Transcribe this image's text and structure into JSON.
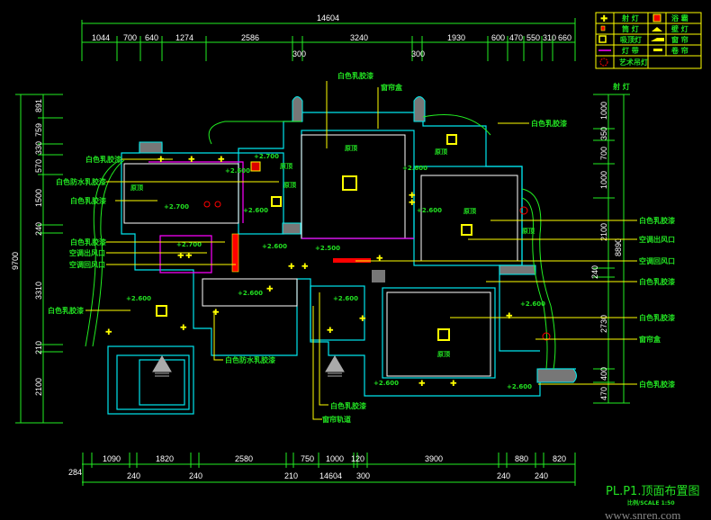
{
  "legend": {
    "items": [
      {
        "label": "射 灯",
        "icon": "spotlight-icon"
      },
      {
        "label": "浴 霸",
        "icon": "bath-heater-icon"
      },
      {
        "label": "筒 灯",
        "icon": "downlight-icon"
      },
      {
        "label": "壁 灯",
        "icon": "wall-lamp-icon"
      },
      {
        "label": "吸顶灯",
        "icon": "ceiling-lamp-icon"
      },
      {
        "label": "窗 帘",
        "icon": "curtain-icon"
      },
      {
        "label": "灯 带",
        "icon": "light-strip-icon"
      },
      {
        "label": "卷 帘",
        "icon": "roller-blind-icon"
      },
      {
        "label": "艺术吊灯",
        "icon": "chandelier-icon"
      }
    ]
  },
  "dims_top": {
    "total": "14604",
    "segments": [
      "1044",
      "700",
      "640",
      "1274",
      "2586",
      "3240",
      "1930",
      "600",
      "470",
      "550",
      "310",
      "660"
    ],
    "sub": [
      "300",
      "300"
    ]
  },
  "dims_bottom": {
    "segments": [
      "1090",
      "1820",
      "2580",
      "750",
      "1000",
      "120",
      "3900",
      "880",
      "820"
    ],
    "sub": [
      "284",
      "240",
      "240",
      "210",
      "14604",
      "300",
      "240",
      "240"
    ]
  },
  "dims_left": {
    "total": "9700",
    "segments": [
      "891",
      "759",
      "330",
      "570",
      "1500",
      "240",
      "3310",
      "210",
      "2100"
    ]
  },
  "dims_right": {
    "title": "射 灯",
    "total": "8890",
    "segments": [
      "1000",
      "350",
      "700",
      "1000",
      "2100",
      "240",
      "2730",
      "400",
      "470"
    ]
  },
  "labels_left": [
    "白色乳胶漆",
    "白色防水乳胶漆",
    "白色乳胶漆",
    "白色乳胶漆",
    "空调出风口",
    "空调回风口",
    "白色乳胶漆"
  ],
  "labels_right": [
    "白色乳胶漆",
    "白色乳胶漆",
    "空调出风口",
    "空调回风口",
    "白色乳胶漆",
    "白色乳胶漆",
    "窗帘盒",
    "白色乳胶漆"
  ],
  "labels_top": [
    "白色乳胶漆",
    "窗帘盒"
  ],
  "labels_bottom": [
    "白色防水乳胶漆",
    "白色乳胶漆",
    "窗帘轨道"
  ],
  "room_tags": [
    "原顶",
    "原顶",
    "原顶",
    "原顶",
    "原顶",
    "原顶",
    "原顶",
    "原顶"
  ],
  "elevation_tags": [
    "+2.700",
    "+2.600",
    "+2.700",
    "+2.600",
    "+2.700",
    "+2.600",
    "+2.500",
    "+2.600",
    "+2.600",
    "+2.600",
    "+2.600",
    "+2.600",
    "+2.600",
    "+2.600",
    "+2.600"
  ],
  "title": "PL.P1.顶面布置图",
  "scale": "比例/SCALE 1:50",
  "watermark": "www.snren.com",
  "colors": {
    "wall": "#00e5ee",
    "dimension": "#22ee22",
    "leader": "#ffff00",
    "strip": "#ff00ff",
    "lamp": "#ff0000"
  }
}
